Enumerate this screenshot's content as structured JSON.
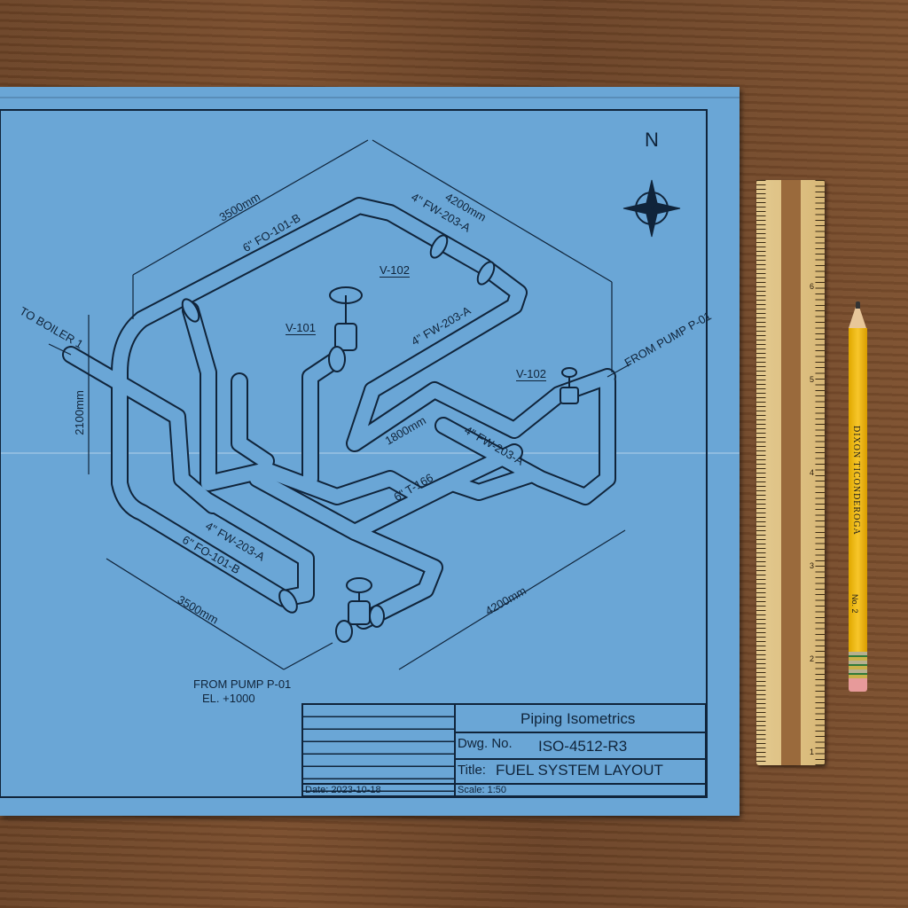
{
  "drawing": {
    "compass_label": "N",
    "labels": {
      "dim_top_left": "3500mm",
      "dim_top_right": "4200mm",
      "pipe_fo_top": "6\" FO-101-B",
      "pipe_fw_top": "4\" FW-203-A",
      "valve_v102_top": "V-102",
      "valve_v101": "V-101",
      "pipe_fw_mid": "4\" FW-203-A",
      "to_boiler": "TO BOILER 1",
      "dim_height": "2100mm",
      "from_pump_right": "FROM PUMP P-01",
      "valve_v102_right": "V-102",
      "dim_1800": "1800mm",
      "pipe_fw_right": "4\" FW-203-A",
      "pipe_t166": "6\" T-166",
      "pipe_fw_bottom": "4\" FW-203-A",
      "pipe_fo_bottom": "6\" FO-101-B",
      "dim_bottom_left": "3500mm",
      "dim_bottom_right": "4200mm",
      "from_pump_bottom": "FROM PUMP P-01",
      "elevation": "EL. +1000"
    }
  },
  "title_block": {
    "heading": "Piping Isometrics",
    "dwg_label": "Dwg. No.",
    "dwg_value": "ISO-4512-R3",
    "title_label": "Title:",
    "title_value": "FUEL SYSTEM LAYOUT",
    "date": "Date: 2023-10-18",
    "scale": "Scale: 1:50"
  },
  "ruler": {
    "numbers": [
      "1",
      "2",
      "3",
      "4",
      "5",
      "6"
    ]
  },
  "pencil": {
    "brand": "DIXON TICONDEROGA",
    "grade": "No. 2"
  }
}
